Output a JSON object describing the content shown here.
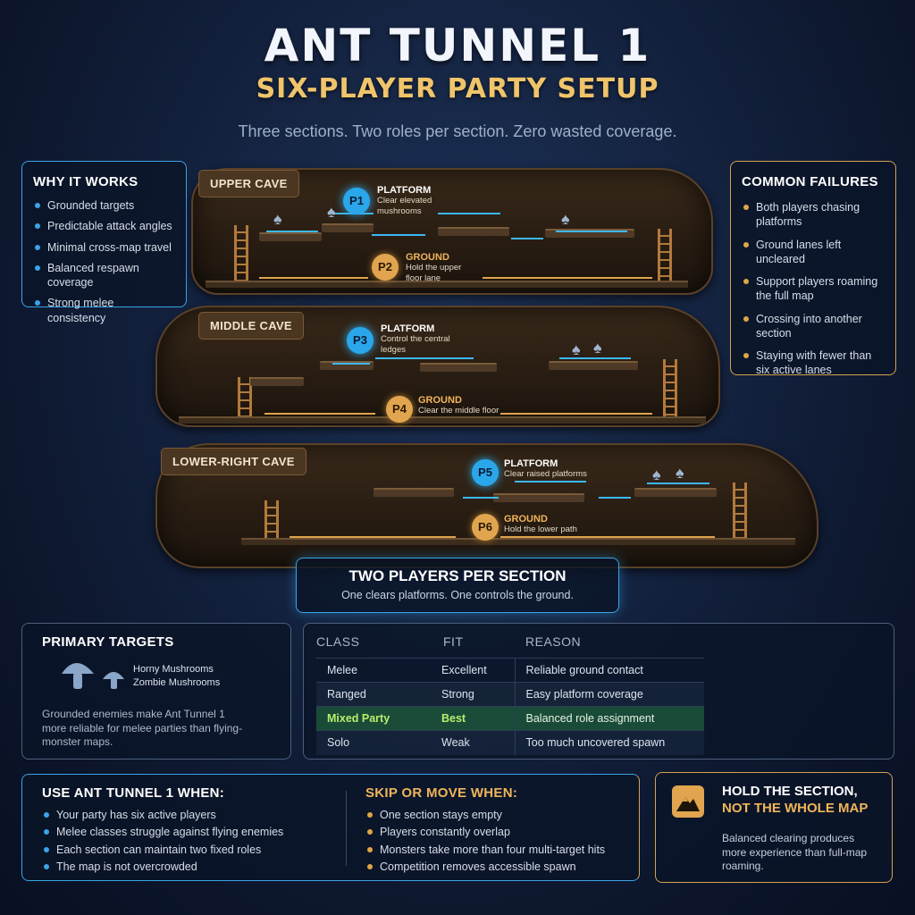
{
  "header": {
    "title": "ANT TUNNEL 1",
    "subtitle": "SIX-PLAYER PARTY SETUP",
    "tagline": "Three sections. Two roles per section. Zero wasted coverage."
  },
  "why_it_works": {
    "title": "WHY IT WORKS",
    "items": [
      "Grounded targets",
      "Predictable attack angles",
      "Minimal cross-map travel",
      "Balanced respawn coverage",
      "Strong melee consistency"
    ]
  },
  "common_failures": {
    "title": "COMMON FAILURES",
    "items": [
      "Both players chasing platforms",
      "Ground lanes left uncleared",
      "Support players roaming the full map",
      "Crossing into another section",
      "Staying with fewer than six active lanes"
    ]
  },
  "caves": [
    {
      "label": "UPPER CAVE",
      "platform": {
        "badge": "P1",
        "role": "PLATFORM",
        "desc": "Clear elevated mushrooms"
      },
      "ground": {
        "badge": "P2",
        "role": "GROUND",
        "desc": "Hold the upper floor lane"
      }
    },
    {
      "label": "MIDDLE CAVE",
      "platform": {
        "badge": "P3",
        "role": "PLATFORM",
        "desc": "Control the central ledges"
      },
      "ground": {
        "badge": "P4",
        "role": "GROUND",
        "desc": "Clear the middle floor"
      }
    },
    {
      "label": "LOWER-RIGHT CAVE",
      "platform": {
        "badge": "P5",
        "role": "PLATFORM",
        "desc": "Clear raised platforms"
      },
      "ground": {
        "badge": "P6",
        "role": "GROUND",
        "desc": "Hold the lower path"
      }
    }
  ],
  "callout": {
    "title": "TWO PLAYERS PER SECTION",
    "text": "One clears platforms. One controls the ground."
  },
  "primary_targets": {
    "title": "PRIMARY TARGETS",
    "targets": [
      "Horny Mushrooms",
      "Zombie Mushrooms"
    ],
    "note": "Grounded enemies make Ant Tunnel 1 more reliable for melee parties than flying-monster maps."
  },
  "fit_table": {
    "headers": [
      "CLASS",
      "FIT",
      "REASON"
    ],
    "rows": [
      {
        "class": "Melee",
        "fit": "Excellent",
        "reason": "Reliable ground contact"
      },
      {
        "class": "Ranged",
        "fit": "Strong",
        "reason": "Easy platform coverage"
      },
      {
        "class": "Mixed Party",
        "fit": "Best",
        "reason": "Balanced role assignment"
      },
      {
        "class": "Solo",
        "fit": "Weak",
        "reason": "Too much uncovered spawn"
      }
    ]
  },
  "use_when": {
    "title": "USE ANT TUNNEL 1 WHEN:",
    "items": [
      "Your party has six active players",
      "Melee classes struggle against flying enemies",
      "Each section can maintain two fixed roles",
      "The map is not overcrowded"
    ]
  },
  "skip_when": {
    "title": "SKIP OR MOVE WHEN:",
    "items": [
      "One section stays empty",
      "Players constantly overlap",
      "Monsters take more than four multi-target hits",
      "Competition removes accessible spawn"
    ]
  },
  "hold": {
    "title_line1": "HOLD THE SECTION,",
    "title_line2": "NOT THE WHOLE MAP",
    "text": "Balanced clearing produces more experience than full-map roaming.",
    "icon": "mountain-icon"
  },
  "colors": {
    "accent_blue": "#3aa4e8",
    "accent_gold": "#e0a646",
    "best_green": "#b8ee6a"
  }
}
